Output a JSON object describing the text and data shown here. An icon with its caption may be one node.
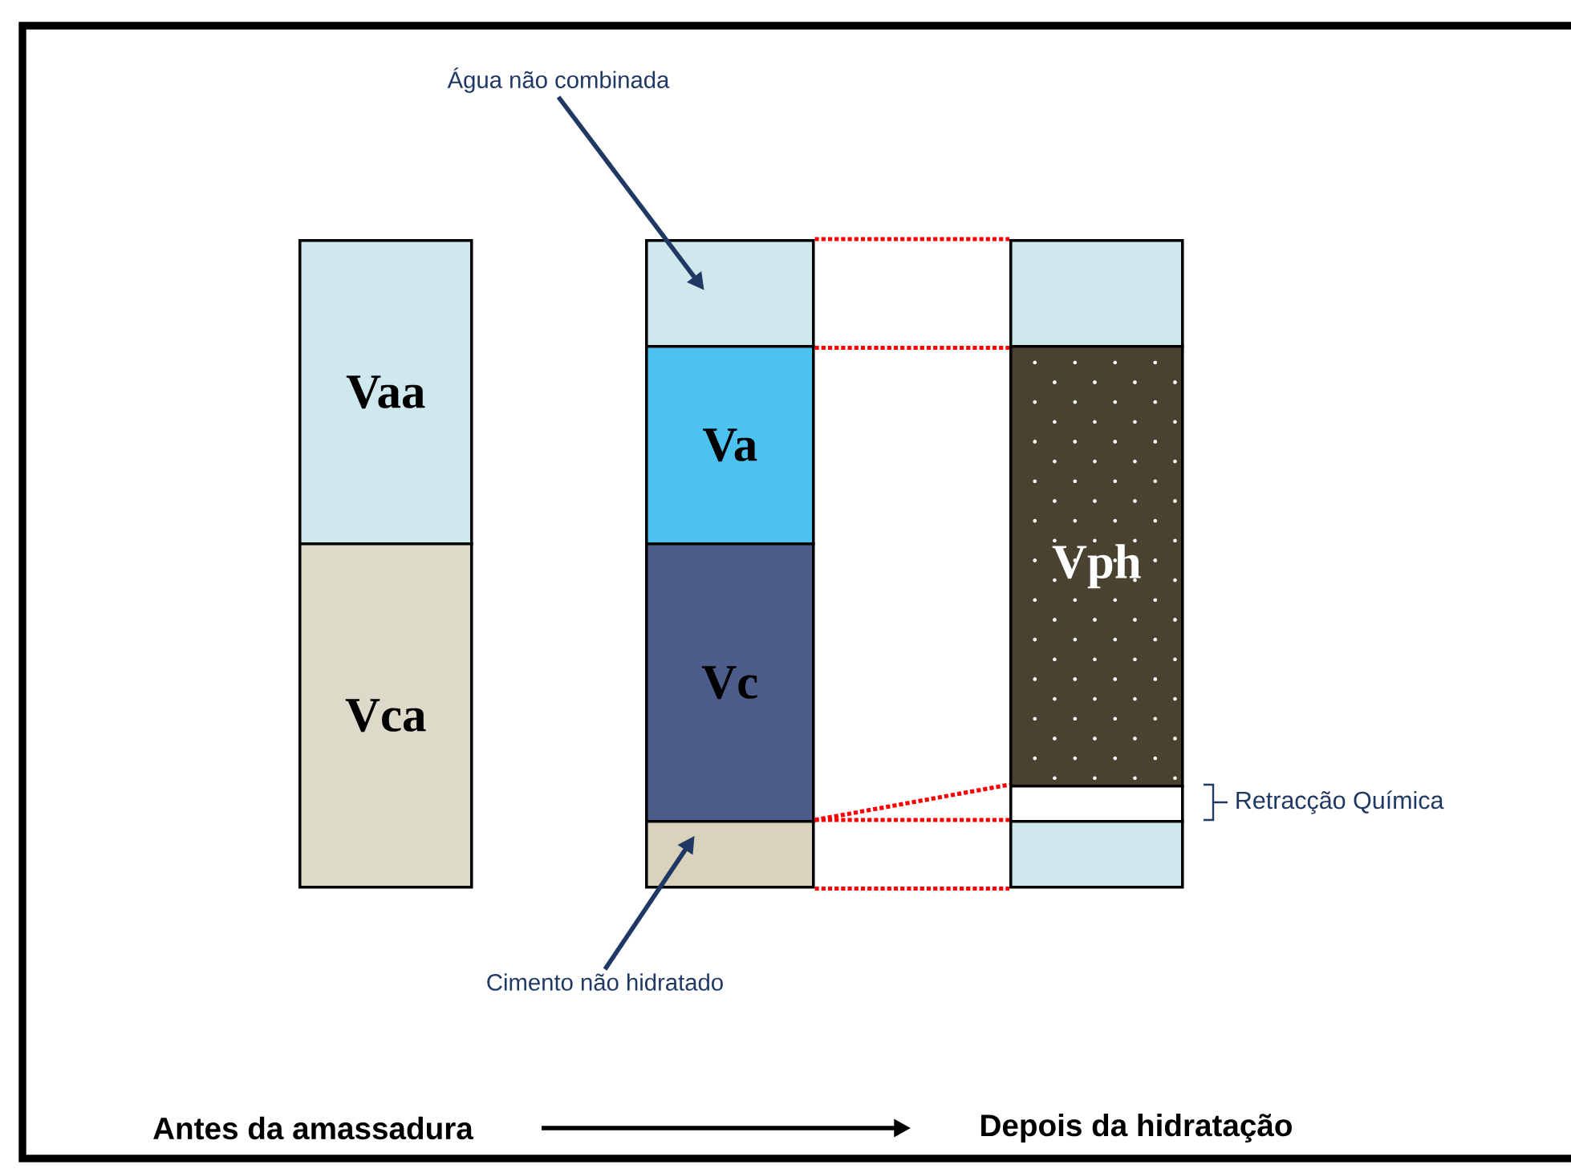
{
  "diagram": {
    "nodes": [
      {
        "text": [
          "Vaa"
        ]
      },
      {
        "text": [
          "Vca"
        ]
      },
      {
        "text": [],
        "shape": "box"
      },
      {
        "text": [
          "Va"
        ]
      },
      {
        "text": [
          "Vc"
        ]
      },
      {
        "text": [],
        "shape": "box"
      },
      {
        "text": [],
        "shape": "box"
      },
      {
        "text": [
          "Vph"
        ]
      },
      {
        "text": [],
        "shape": "box",
        "beside": [
          "Retracção Química"
        ]
      },
      {
        "text": [],
        "shape": "box"
      },
      {
        "text": [
          "Água não combinada"
        ]
      },
      {
        "text": [
          "Cimento não hidratado"
        ]
      },
      {
        "text": [
          "Antes da amassadura"
        ]
      },
      {
        "text": [
          "Depois da hidratação"
        ]
      }
    ],
    "edges": [
      {
        "from": 10,
        "to": 2,
        "arrow": "to",
        "color": "#1f3864"
      },
      {
        "from": 11,
        "to": 5,
        "arrow": "to",
        "color": "#1f3864"
      },
      {
        "from": 2,
        "to": 6,
        "arrow": "none",
        "style": "dashed",
        "color": "#ff0000"
      },
      {
        "from": 2,
        "to": 6,
        "arrow": "none",
        "style": "dashed",
        "color": "#ff0000"
      },
      {
        "from": 5,
        "to": 8,
        "arrow": "none",
        "style": "dashed",
        "color": "#ff0000"
      },
      {
        "from": 5,
        "to": 9,
        "arrow": "none",
        "style": "dashed",
        "color": "#ff0000"
      },
      {
        "from": 5,
        "to": 9,
        "arrow": "none",
        "style": "dashed",
        "color": "#ff0000"
      },
      {
        "from": 12,
        "to": 13,
        "arrow": "to",
        "color": "#000000"
      }
    ]
  }
}
